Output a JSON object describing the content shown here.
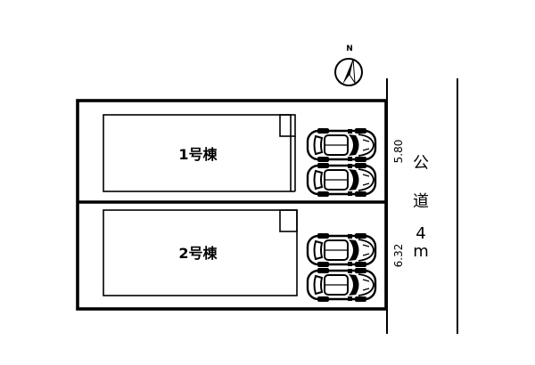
{
  "compass": {
    "north_label": "N",
    "icon": "north-arrow-icon"
  },
  "buildings": [
    {
      "label": "1号棟"
    },
    {
      "label": "2号棟"
    }
  ],
  "frontage": [
    {
      "value": "5.80"
    },
    {
      "value": "6.32"
    }
  ],
  "road": {
    "chars": [
      "公",
      "道",
      "4",
      "m"
    ]
  },
  "car_icon": "car-icon",
  "cars_per_lot": 2
}
